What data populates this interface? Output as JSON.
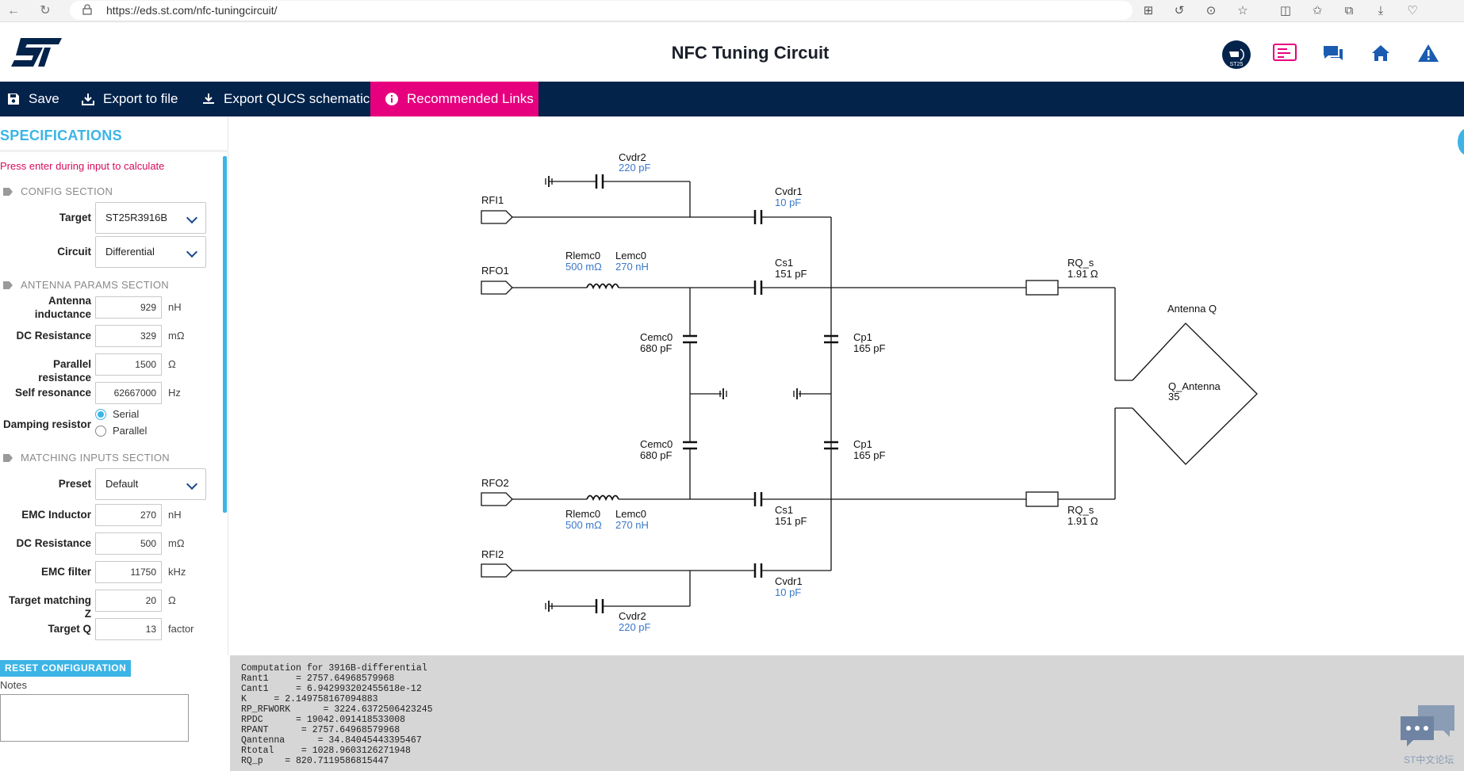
{
  "browser": {
    "url": "https://eds.st.com/nfc-tuningcircuit/"
  },
  "app": {
    "title": "NFC Tuning Circuit",
    "header_icons": [
      "st25-badge-icon",
      "presentation-icon",
      "chat-icon",
      "home-icon",
      "warning-icon"
    ],
    "st25_badge_text": "ST25"
  },
  "toolbar": {
    "save": "Save",
    "export_file": "Export to file",
    "export_qucs": "Export QUCS schematic",
    "links": "Recommended Links"
  },
  "sidebar": {
    "title": "SPECIFICATIONS",
    "hint": "Press enter during input to calculate",
    "config_section": "CONFIG SECTION",
    "target_label": "Target",
    "target_value": "ST25R3916B",
    "circuit_label": "Circuit",
    "circuit_value": "Differential",
    "antenna_section": "ANTENNA PARAMS SECTION",
    "antenna_ind_label_1": "Antenna",
    "antenna_ind_label_2": "inductance",
    "antenna_ind_value": "929",
    "antenna_ind_unit": "nH",
    "dc_res_label": "DC Resistance",
    "dc_res_value": "329",
    "dc_res_unit": "mΩ",
    "par_res_label": "Parallel resistance",
    "par_res_value": "1500",
    "par_res_unit": "Ω",
    "self_res_label": "Self resonance",
    "self_res_value": "62667000",
    "self_res_unit": "Hz",
    "damping_label": "Damping resistor",
    "damping_serial": "Serial",
    "damping_parallel": "Parallel",
    "matching_section": "MATCHING INPUTS SECTION",
    "preset_label": "Preset",
    "preset_value": "Default",
    "emc_ind_label": "EMC Inductor",
    "emc_ind_value": "270",
    "emc_ind_unit": "nH",
    "dc_res2_label": "DC Resistance",
    "dc_res2_value": "500",
    "dc_res2_unit": "mΩ",
    "emc_filter_label": "EMC filter",
    "emc_filter_value": "11750",
    "emc_filter_unit": "kHz",
    "target_z_label": "Target matching Z",
    "target_z_value": "20",
    "target_z_unit": "Ω",
    "target_q_label": "Target Q",
    "target_q_value": "13",
    "target_q_unit": "factor",
    "reset": "RESET CONFIGURATION",
    "notes": "Notes"
  },
  "schematic": {
    "rfi1": "RFI1",
    "rfo1": "RFO1",
    "rfo2": "RFO2",
    "rfi2": "RFI2",
    "cvdr2_top_name": "Cvdr2",
    "cvdr2_top_val": "220 pF",
    "cvdr1_top_name": "Cvdr1",
    "cvdr1_top_val": "10 pF",
    "rlemc0_top_name": "Rlemc0",
    "rlemc0_top_val": "500 mΩ",
    "lemc0_top_name": "Lemc0",
    "lemc0_top_val": "270 nH",
    "cs1_top_name": "Cs1",
    "cs1_top_val": "151 pF",
    "rqs_top_name": "RQ_s",
    "rqs_top_val": "1.91 Ω",
    "antenna_q_title": "Antenna Q",
    "q_antenna_name": "Q_Antenna",
    "q_antenna_val": "35",
    "cemc0_top_name": "Cemc0",
    "cemc0_top_val": "680 pF",
    "cp1_top_name": "Cp1",
    "cp1_top_val": "165 pF",
    "cemc0_bot_name": "Cemc0",
    "cemc0_bot_val": "680 pF",
    "cp1_bot_name": "Cp1",
    "cp1_bot_val": "165 pF",
    "rlemc0_bot_name": "Rlemc0",
    "rlemc0_bot_val": "500 mΩ",
    "lemc0_bot_name": "Lemc0",
    "lemc0_bot_val": "270 nH",
    "cs1_bot_name": "Cs1",
    "cs1_bot_val": "151 pF",
    "rqs_bot_name": "RQ_s",
    "rqs_bot_val": "1.91 Ω",
    "cvdr1_bot_name": "Cvdr1",
    "cvdr1_bot_val": "10 pF",
    "cvdr2_bot_name": "Cvdr2",
    "cvdr2_bot_val": "220 pF"
  },
  "console": {
    "lines": [
      "Computation for 3916B-differential",
      "Rant1     = 2757.64968579968",
      "Cant1     = 6.942993202455618e-12",
      "K     = 2.149758167094883",
      "RP_RFWORK      = 3224.6372506423245",
      "RPDC      = 19042.091418533008",
      "RPANT      = 2757.64968579968",
      "Qantenna      = 34.84045443395467",
      "Rtotal     = 1028.9603126271948",
      "RQ_p    = 820.7119586815447"
    ]
  },
  "watermark": "ST中文论坛",
  "colors": {
    "toolbar_bg": "#03234b",
    "accent_pink": "#e6007e",
    "accent_blue": "#3cb4e6",
    "value_blue": "#3a78c9"
  }
}
